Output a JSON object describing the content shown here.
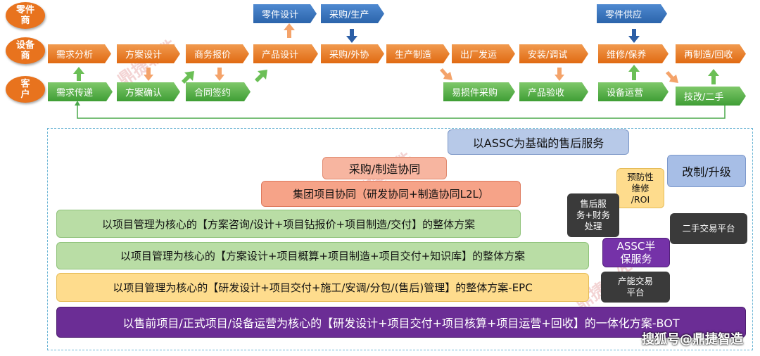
{
  "roles": {
    "parts": "零件\n商",
    "equipment": "设备\n商",
    "customer": "客\n户"
  },
  "top_row": {
    "parts_design": "零件设计",
    "purchase_production": "采购/生产",
    "parts_supply": "零件供应"
  },
  "equipment_row": [
    "需求分析",
    "方案设计",
    "商务报价",
    "产品设计",
    "采购/外协",
    "生产制造",
    "出厂发运",
    "安装/调试",
    "维修/保养",
    "再制造/回收"
  ],
  "customer_row": {
    "demand": "需求传递",
    "plan_confirm": "方案确认",
    "contract": "合同签约",
    "spare_purchase": "易损件采购",
    "product_accept": "产品验收",
    "operation": "设备运营",
    "retrofit": "技改/二手"
  },
  "solutions": {
    "assc_service": "以ASSC为基础的售后服务",
    "procurement": "采购/制造协同",
    "group": "集团项目协同（研发协同+制造协同L2L）",
    "bar1": "以项目管理为核心的【方案咨询/设计+项目钻报价+项目制造/交付】的整体方案",
    "bar2": "以项目管理为核心的【方案设计+项目概算+项目制造+项目交付+知识库】的整体方案",
    "bar3": "以项目管理为核心的【研发设计+项目交付+施工/安调/分包/(售后)管理】的整体方案-EPC",
    "bar4": "以售前项目/正式项目/设备运营为核心的【研发设计+项目交付+项目核算+项目运营+回收】的一体化方案-BOT",
    "upgrade": "改制/升级",
    "preventive": "预防性\n维修\n/ROI",
    "after_sales": "售后服\n务+财务\n处理",
    "second_hand": "二手交易平台",
    "assc_half": "ASSC半\n保服务",
    "capacity": "产能交易\n平台"
  },
  "watermark": "鼎捷软件",
  "credit": "搜狐号@鼎捷智造"
}
